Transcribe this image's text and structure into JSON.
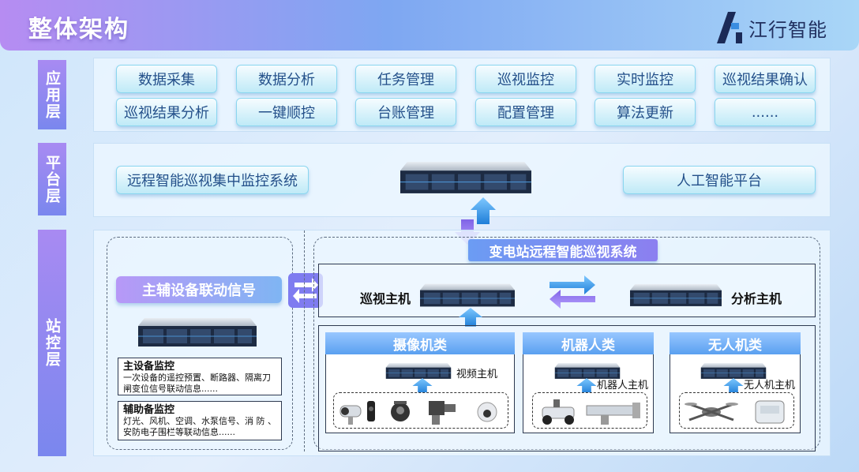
{
  "header": {
    "title": "整体架构",
    "logo_text": "江行智能"
  },
  "layers": {
    "application": {
      "label": "应用层",
      "buttons": [
        "数据采集",
        "数据分析",
        "任务管理",
        "巡视监控",
        "实时监控",
        "巡视结果确认",
        "巡视结果分析",
        "一键顺控",
        "台账管理",
        "配置管理",
        "算法更新",
        "......"
      ]
    },
    "platform": {
      "label": "平台层",
      "left_button": "远程智能巡视集中监控系统",
      "right_button": "人工智能平台"
    },
    "station": {
      "label": "站控层",
      "linkage_signal": "主辅设备联动信号",
      "main_monitor": {
        "title": "主设备监控",
        "text": "一次设备的遥控预置、断路器、隔离刀闸变位信号联动信息......"
      },
      "aux_monitor": {
        "title": "辅助备监控",
        "text": "灯光、风机、空调、水泵信号、消 防 、安防电子围栏等联动信息......"
      },
      "system_title": "变电站远程智能巡视系统",
      "patrol_host": "巡视主机",
      "analysis_host": "分析主机",
      "categories": [
        {
          "name": "摄像机类",
          "host": "视频主机"
        },
        {
          "name": "机器人类",
          "host": "机器人主机"
        },
        {
          "name": "无人机类",
          "host": "无人机主机"
        }
      ]
    }
  },
  "colors": {
    "accent_purple": "#9b8af2",
    "accent_blue": "#4a8ee8",
    "button_border": "#8ad6ef"
  },
  "icons": [
    "server-icon",
    "arrow-up-icon",
    "arrow-down-icon",
    "swap-icon",
    "exchange-icon",
    "camera-icon",
    "robot-icon",
    "drone-icon"
  ]
}
